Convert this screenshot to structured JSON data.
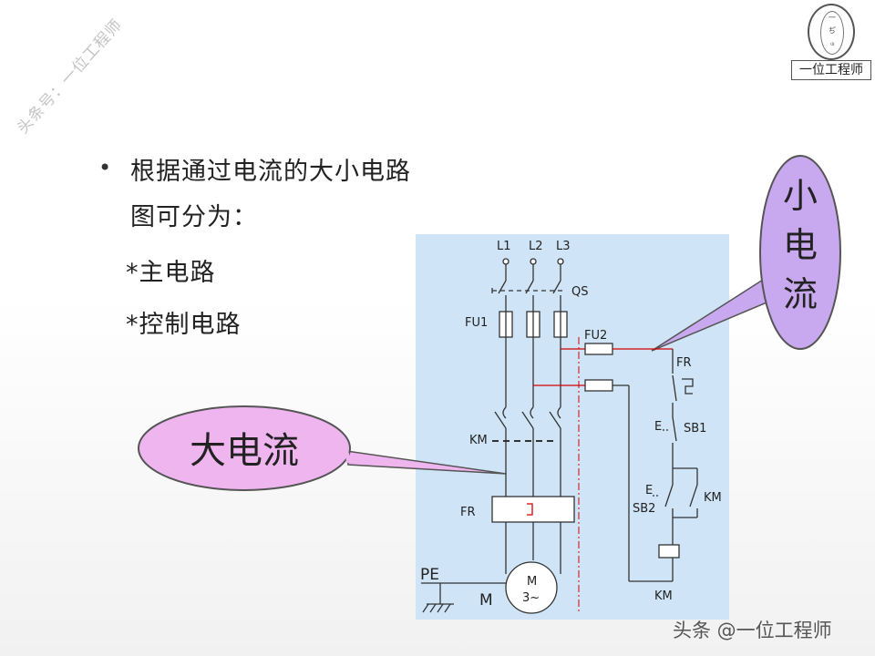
{
  "watermark": {
    "text": "头条号：一位工程师"
  },
  "logo": {
    "label": "一位工程师"
  },
  "bullets": {
    "line1": "根据通过电流的大小电路",
    "line2": "图可分为：",
    "item1": "*主电路",
    "item2": "*控制电路"
  },
  "callouts": {
    "large_current": "大电流",
    "small_current": [
      "小",
      "电",
      "流"
    ]
  },
  "circuit": {
    "labels": {
      "l1": "L1",
      "l2": "L2",
      "l3": "L3",
      "qs": "QS",
      "fu1": "FU1",
      "fu2": "FU2",
      "fr_top": "FR",
      "sb1": "SB1",
      "e1": "E",
      "e2": "E",
      "km_main": "KM",
      "km_aux": "KM",
      "sb2": "SB2",
      "fr_main": "FR",
      "km_coil": "KM",
      "pe": "PE",
      "m": "M",
      "motor_top": "M",
      "motor_bottom": "3~"
    },
    "colors": {
      "panel": "#cfe4f6",
      "wire": "#333333",
      "control_wire": "#d40000"
    }
  },
  "footer": {
    "text": "头条 @一位工程师"
  }
}
